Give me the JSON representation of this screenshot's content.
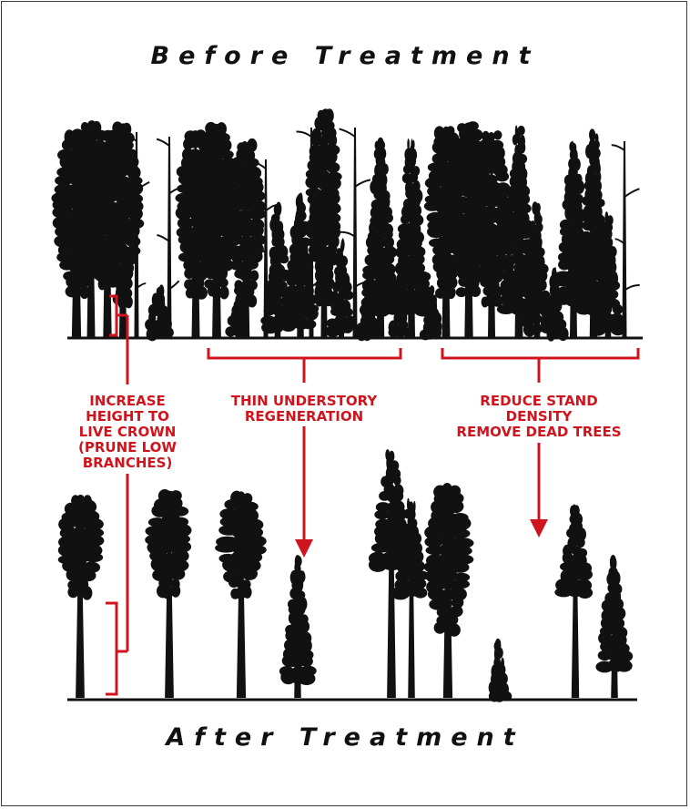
{
  "titles": {
    "before": "Before Treatment",
    "after": "After Treatment"
  },
  "annotations": {
    "prune": "INCREASE\nHEIGHT TO\nLIVE CROWN\n(PRUNE LOW\nBRANCHES)",
    "thin": "THIN UNDERSTORY\nREGENERATION",
    "reduce": "REDUCE STAND\nDENSITY\nREMOVE DEAD TREES"
  },
  "colors": {
    "annotation": "#d0141d",
    "tree": "#111111",
    "ground": "#111111"
  }
}
